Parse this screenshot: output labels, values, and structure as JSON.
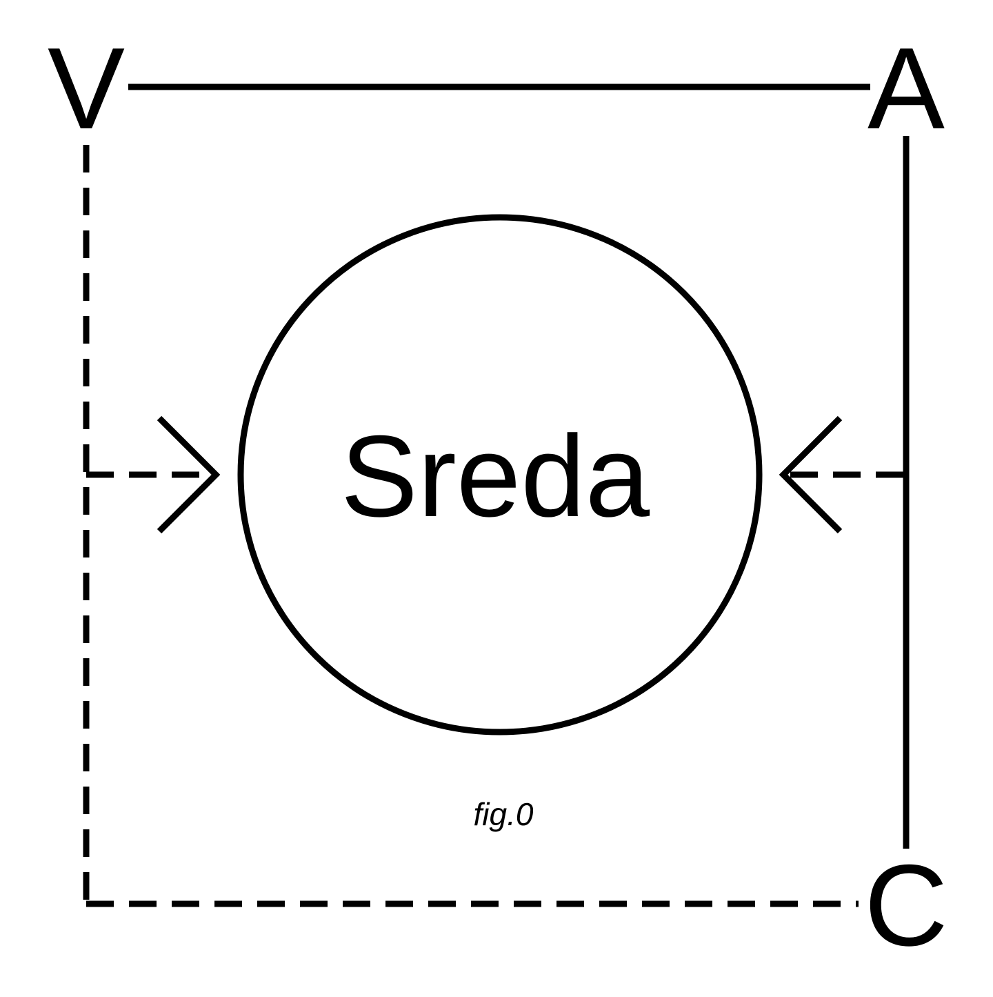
{
  "diagram": {
    "corners": {
      "top_left": "V",
      "top_right": "A",
      "bottom_right": "C"
    },
    "center_label": "Sreda",
    "caption": "fig.0",
    "colors": {
      "ink": "#000000",
      "background": "#ffffff"
    }
  }
}
